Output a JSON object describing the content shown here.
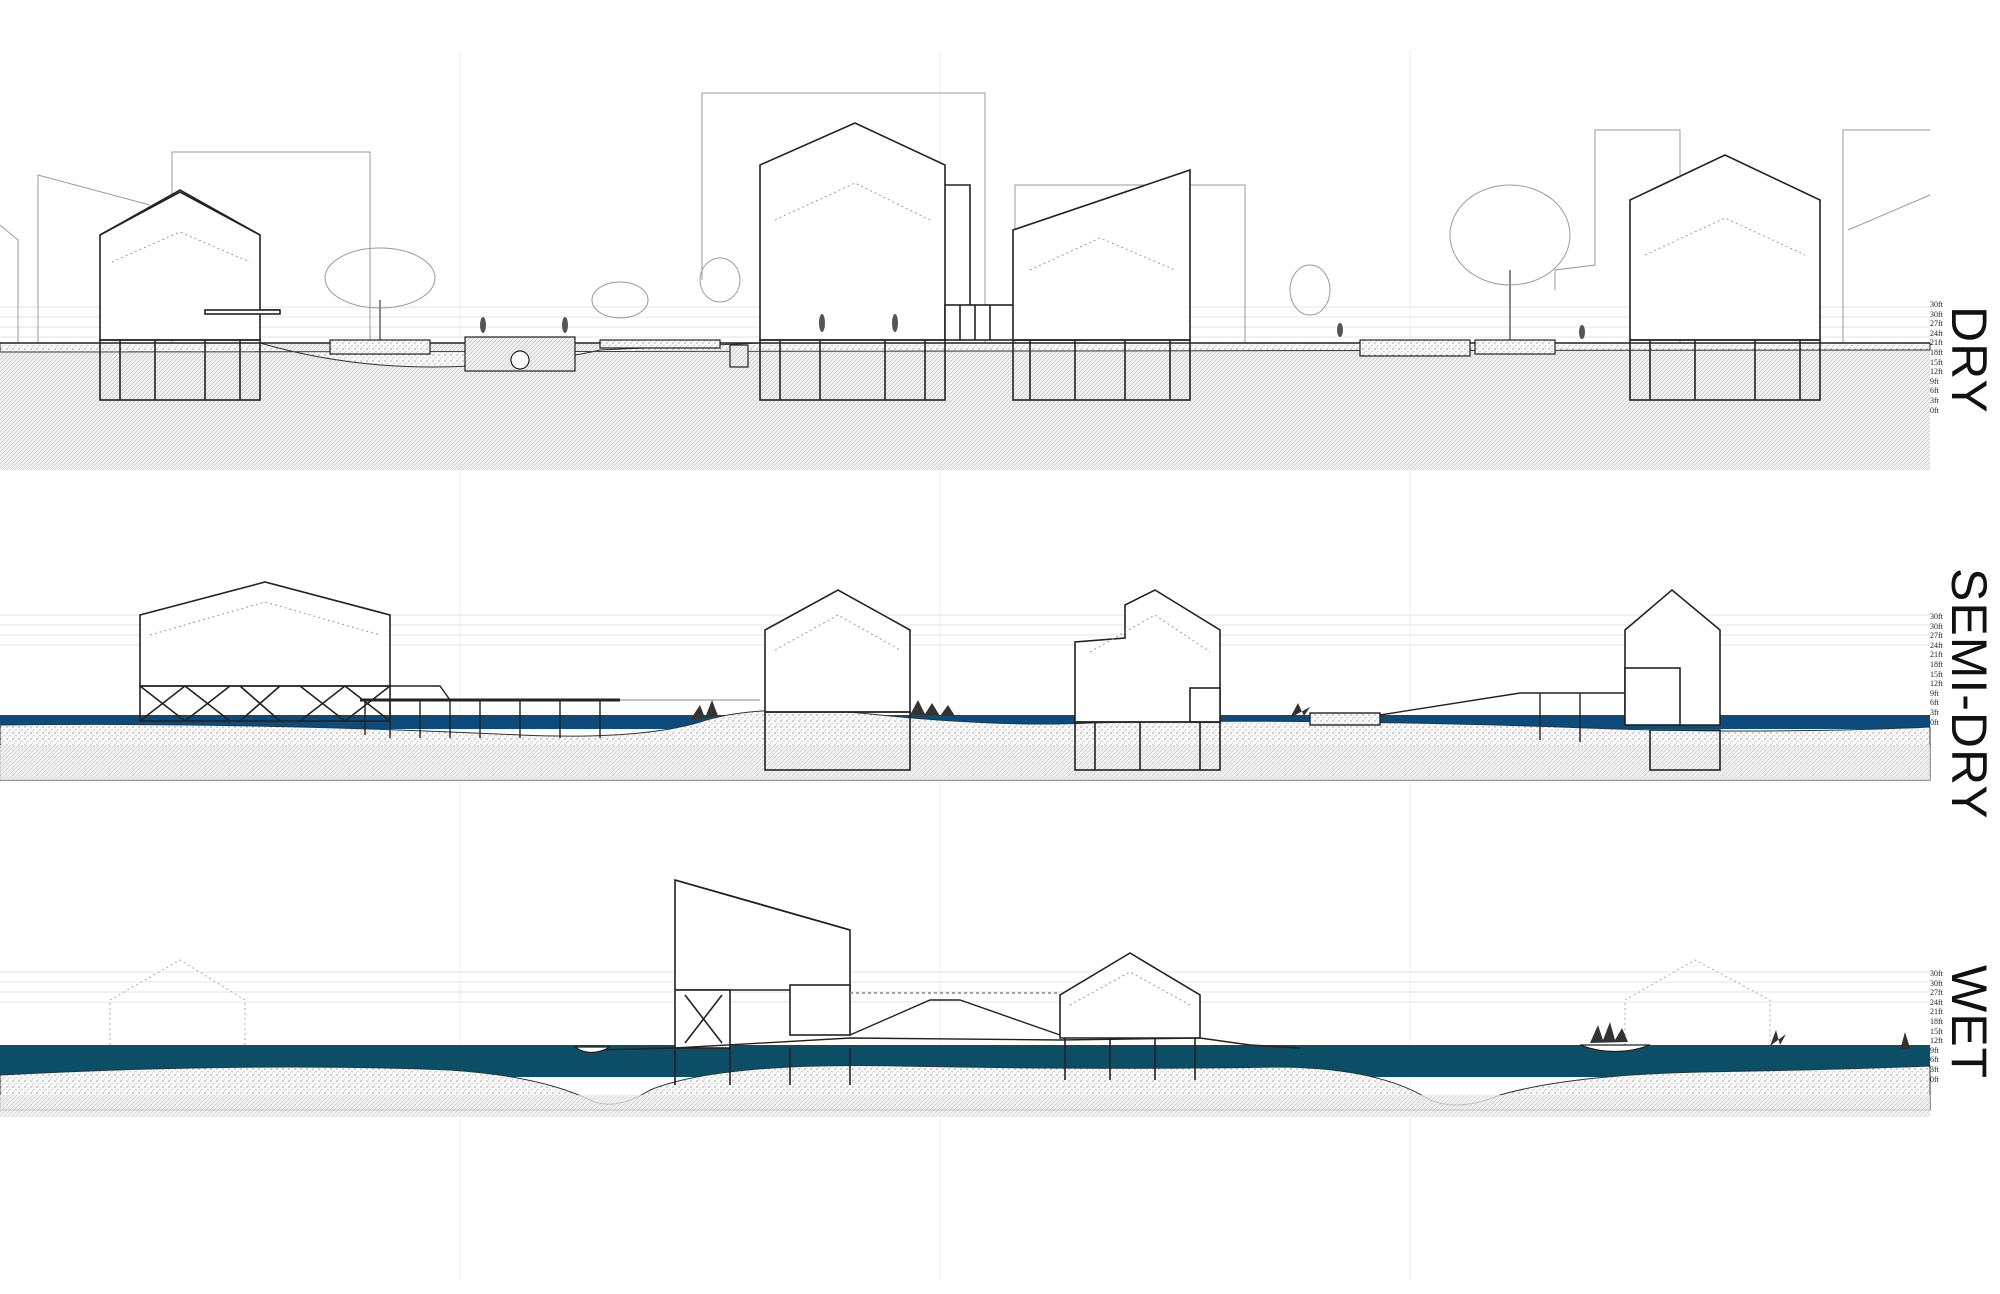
{
  "sections": [
    {
      "id": "dry",
      "title": "DRY",
      "water": false
    },
    {
      "id": "semi-dry",
      "title": "SEMI-DRY",
      "water": true,
      "water_color": "#0d4c7a"
    },
    {
      "id": "wet",
      "title": "WET",
      "water": true,
      "water_color": "#0b4e66"
    }
  ],
  "scale_ticks": [
    "30ft",
    "30ft",
    "27ft",
    "24ft",
    "21ft",
    "18ft",
    "15ft",
    "12ft",
    "9ft",
    "6ft",
    "3ft",
    "0ft"
  ],
  "colors": {
    "line": "#222222",
    "faint": "#b8b8b8",
    "ground": "#f2f2f2",
    "hatch": "#c8c8c8"
  }
}
